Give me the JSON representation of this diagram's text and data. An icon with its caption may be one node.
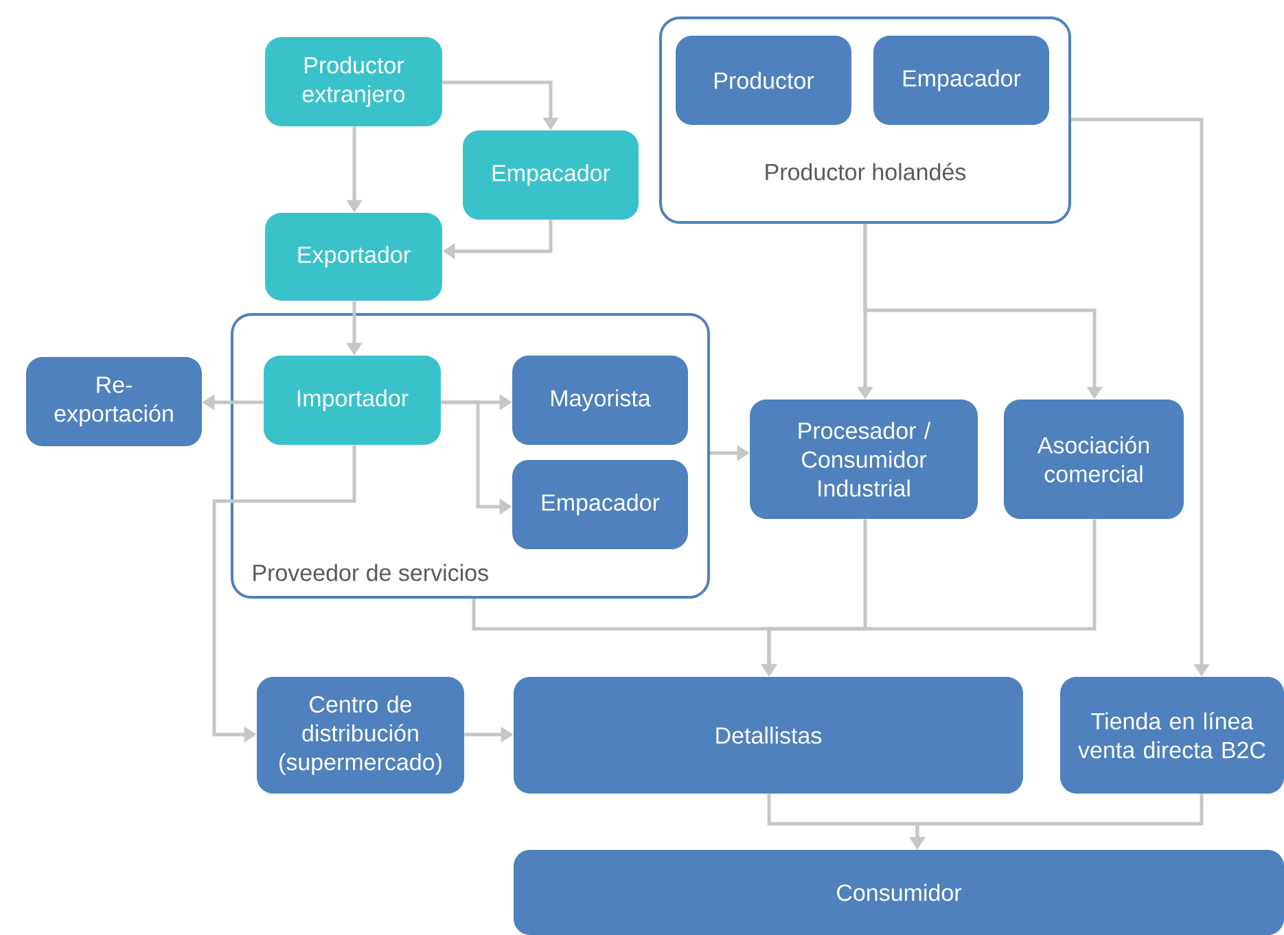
{
  "diagram": {
    "nodes": [
      {
        "text": [
          "Productor extranjero"
        ]
      },
      {
        "text": [
          "Empacador"
        ]
      },
      {
        "text": [
          "Exportador"
        ]
      },
      {
        "text": [
          "Productor holandés"
        ]
      },
      {
        "text": [
          "Productor"
        ],
        "in": 3
      },
      {
        "text": [
          "Empacador"
        ],
        "in": 3
      },
      {
        "text": [
          "Proveedor de servicios"
        ]
      },
      {
        "text": [
          "Re-exportación"
        ]
      },
      {
        "text": [
          "Importador"
        ],
        "in": 6
      },
      {
        "text": [
          "Mayorista"
        ],
        "in": 6
      },
      {
        "text": [
          "Empacador"
        ],
        "in": 6
      },
      {
        "text": [
          "Procesador / Consumidor Industrial"
        ]
      },
      {
        "text": [
          "Asociación comercial"
        ]
      },
      {
        "text": [
          "Centro de distribución (supermercado)"
        ]
      },
      {
        "text": [
          "Detallistas"
        ]
      },
      {
        "text": [
          "Tienda en línea venta directa B2C"
        ]
      },
      {
        "text": [
          "Consumidor"
        ]
      }
    ],
    "edges": [
      {
        "from": 0,
        "to": 1,
        "arrow": "to"
      },
      {
        "from": 0,
        "to": 2,
        "arrow": "to"
      },
      {
        "from": 1,
        "to": 2,
        "arrow": "to"
      },
      {
        "from": 2,
        "to": 8,
        "arrow": "to"
      },
      {
        "from": 8,
        "to": 7,
        "arrow": "to"
      },
      {
        "from": 8,
        "to": 9,
        "arrow": "to"
      },
      {
        "from": 8,
        "to": 10,
        "arrow": "to"
      },
      {
        "from": 8,
        "to": 13,
        "arrow": "to"
      },
      {
        "from": 6,
        "to": 11,
        "arrow": "to"
      },
      {
        "from": 3,
        "to": 11,
        "arrow": "to"
      },
      {
        "from": 3,
        "to": 12,
        "arrow": "to"
      },
      {
        "from": 3,
        "to": 15,
        "arrow": "to"
      },
      {
        "from": 6,
        "to": 14,
        "arrow": "to"
      },
      {
        "from": 11,
        "to": 14,
        "arrow": "to"
      },
      {
        "from": 12,
        "to": 14,
        "arrow": "to"
      },
      {
        "from": 13,
        "to": 14,
        "arrow": "to"
      },
      {
        "from": 14,
        "to": 16,
        "arrow": "to"
      },
      {
        "from": 15,
        "to": 16,
        "arrow": "to"
      }
    ]
  }
}
